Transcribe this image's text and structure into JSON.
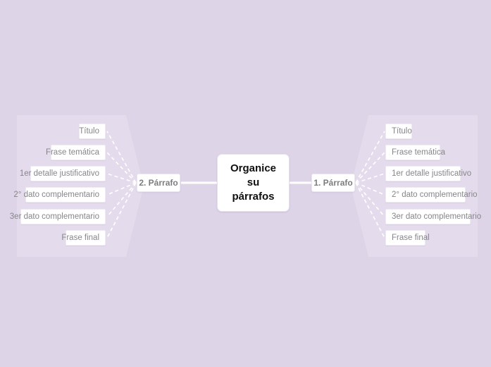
{
  "diagram": {
    "type": "mind-map",
    "background_color": "#ded4e8",
    "branch_region_color": "#e4dcec",
    "node_fill": "#ffffff",
    "connector_color": "#ffffff",
    "central": {
      "label": "Organice su párrafos",
      "line1": "Organice",
      "line2": "su",
      "line3": "párrafos",
      "text_color": "#101010"
    },
    "branches": [
      {
        "id": "branch-left",
        "side": "left",
        "label": "2. Párrafo",
        "text_color": "#7d7d80",
        "leaves": [
          {
            "label": "Título"
          },
          {
            "label": "Frase temática"
          },
          {
            "label": "1er detalle justificativo"
          },
          {
            "label": "2° dato complementario"
          },
          {
            "label": "3er dato complementario"
          },
          {
            "label": "Frase final"
          }
        ]
      },
      {
        "id": "branch-right",
        "side": "right",
        "label": "1. Párrafo",
        "text_color": "#7d7d80",
        "leaves": [
          {
            "label": "Título"
          },
          {
            "label": "Frase temática"
          },
          {
            "label": "1er detalle justificativo"
          },
          {
            "label": "2° dato complementario"
          },
          {
            "label": "3er dato complementario"
          },
          {
            "label": "Frase final"
          }
        ]
      }
    ]
  }
}
